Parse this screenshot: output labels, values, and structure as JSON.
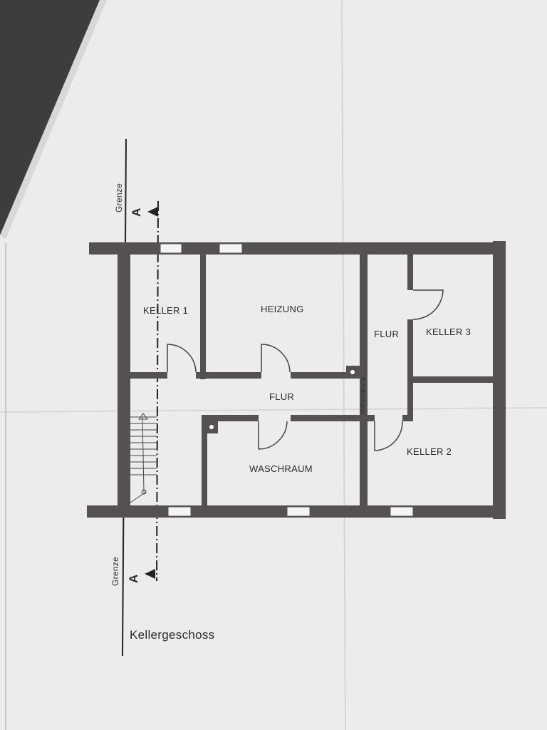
{
  "plan": {
    "title": "Kellergeschoss",
    "rooms": {
      "keller1": "KELLER 1",
      "heizung": "HEIZUNG",
      "flur_main": "FLUR",
      "flur_right": "FLUR",
      "keller3": "KELLER 3",
      "keller2": "KELLER 2",
      "waschraum": "WASCHRAUM"
    },
    "annotations": {
      "hoehensprung": "Höhensprung",
      "grenze_top": "Grenze",
      "grenze_bottom": "Grenze",
      "section_top": "A",
      "section_bottom": "A"
    }
  },
  "colors": {
    "wall": "#555153",
    "paper": "#ececee",
    "table": "#3a3c3a"
  }
}
